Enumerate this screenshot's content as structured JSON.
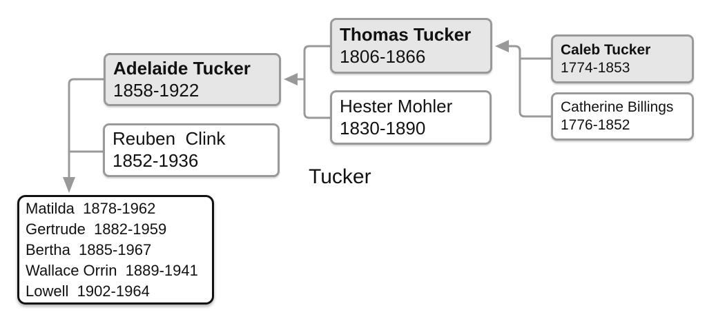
{
  "diagram": {
    "surname_label": "Tucker",
    "people": {
      "thomas": {
        "name": "Thomas Tucker",
        "dates": "1806-1866"
      },
      "caleb": {
        "name": "Caleb Tucker",
        "dates": "1774-1853"
      },
      "catherine": {
        "name": "Catherine Billings",
        "dates": "1776-1852"
      },
      "adelaide": {
        "name": "Adelaide Tucker",
        "dates": "1858-1922"
      },
      "hester": {
        "name": "Hester Mohler",
        "dates": "1830-1890"
      },
      "reuben": {
        "name": "Reuben  Clink",
        "dates": "1852-1936"
      }
    },
    "children": [
      "Matilda  1878-1962",
      "Gertrude  1882-1959",
      "Bertha  1885-1967",
      "Wallace Orrin  1889-1941",
      "Lowell  1902-1964"
    ]
  },
  "colors": {
    "highlight_fill": "#e6e6e6",
    "box_border": "#999999",
    "connector": "#999999",
    "children_border": "#111111"
  }
}
